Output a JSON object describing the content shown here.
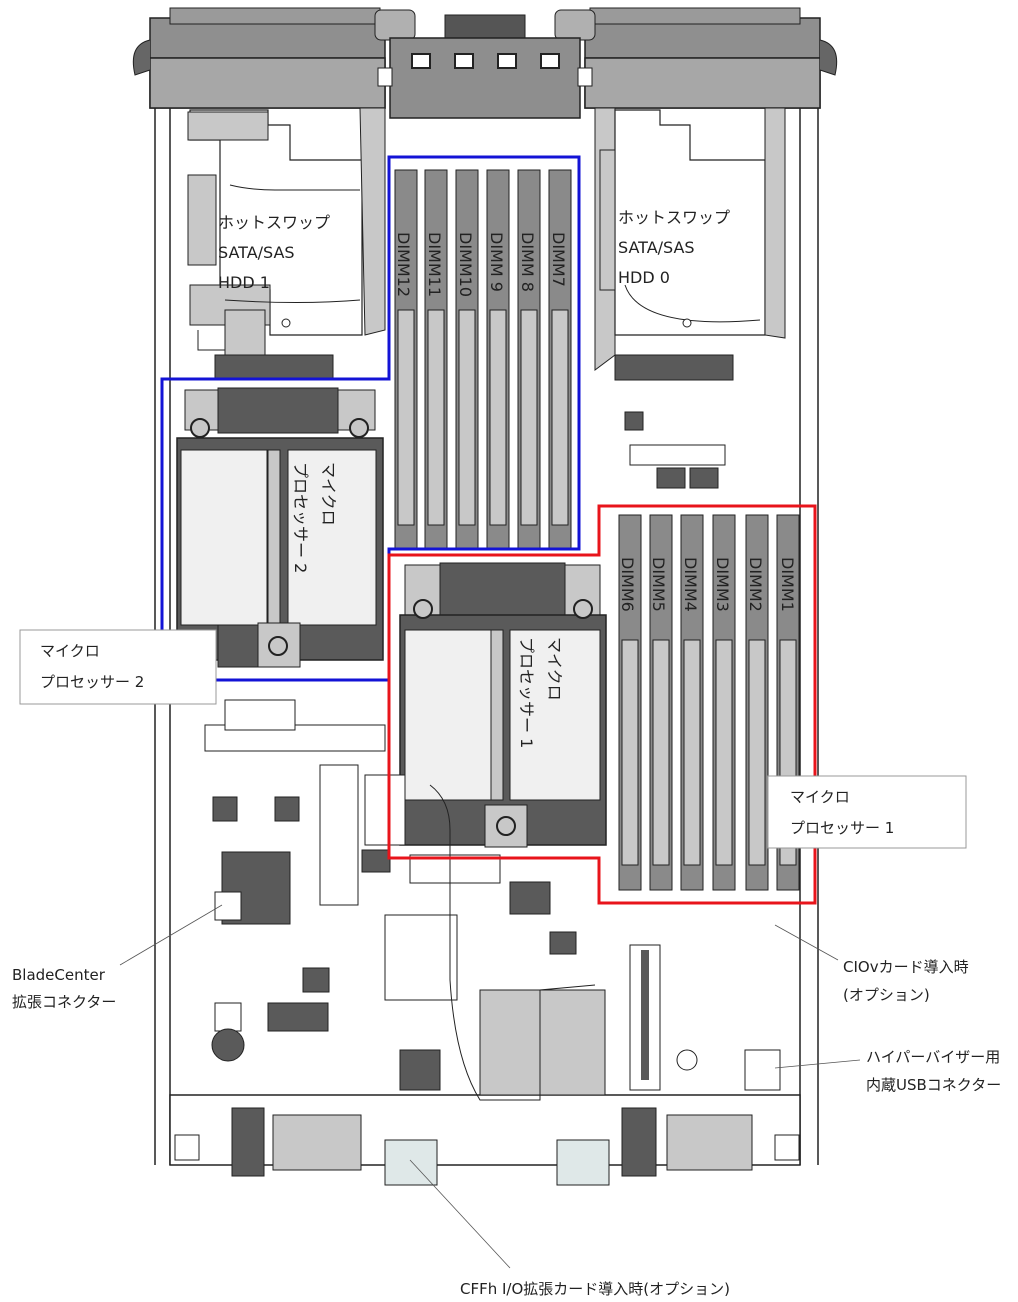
{
  "hdd_left": {
    "line1": "ホットスワップ",
    "line2": "SATA/SAS",
    "line3": "HDD 1"
  },
  "hdd_right": {
    "line1": "ホットスワップ",
    "line2": "SATA/SAS",
    "line3": "HDD 0"
  },
  "dimm_top": [
    "DIMM12",
    "DIMM11",
    "DIMM10",
    "DIMM 9",
    "DIMM 8",
    "DIMM7"
  ],
  "dimm_right": [
    "DIMM6",
    "DIMM5",
    "DIMM4",
    "DIMM3",
    "DIMM2",
    "DIMM1"
  ],
  "cpu2_inline": {
    "line1": "マイクロ",
    "line2": "プロセッサー 2"
  },
  "cpu1_inline": {
    "line1": "マイクロ",
    "line2": "プロセッサー 1"
  },
  "callout_cpu2": {
    "line1": "マイクロ",
    "line2": "プロセッサー 2"
  },
  "callout_cpu1": {
    "line1": "マイクロ",
    "line2": "プロセッサー 1"
  },
  "label_bladecenter": {
    "line1": "BladeCenter",
    "line2": "拡張コネクター"
  },
  "label_ciov": {
    "line1": "CIOvカード導入時",
    "line2": "(オプション)"
  },
  "label_usb": {
    "line1": "ハイパーバイザー用",
    "line2": "内蔵USBコネクター"
  },
  "label_cffh": "CFFh I/O拡張カード導入時(オプション)",
  "colors": {
    "cpu1_outline": "#e8141b",
    "cpu2_outline": "#1313d6",
    "chassis": "#8a8a8a",
    "dark": "#555555"
  }
}
